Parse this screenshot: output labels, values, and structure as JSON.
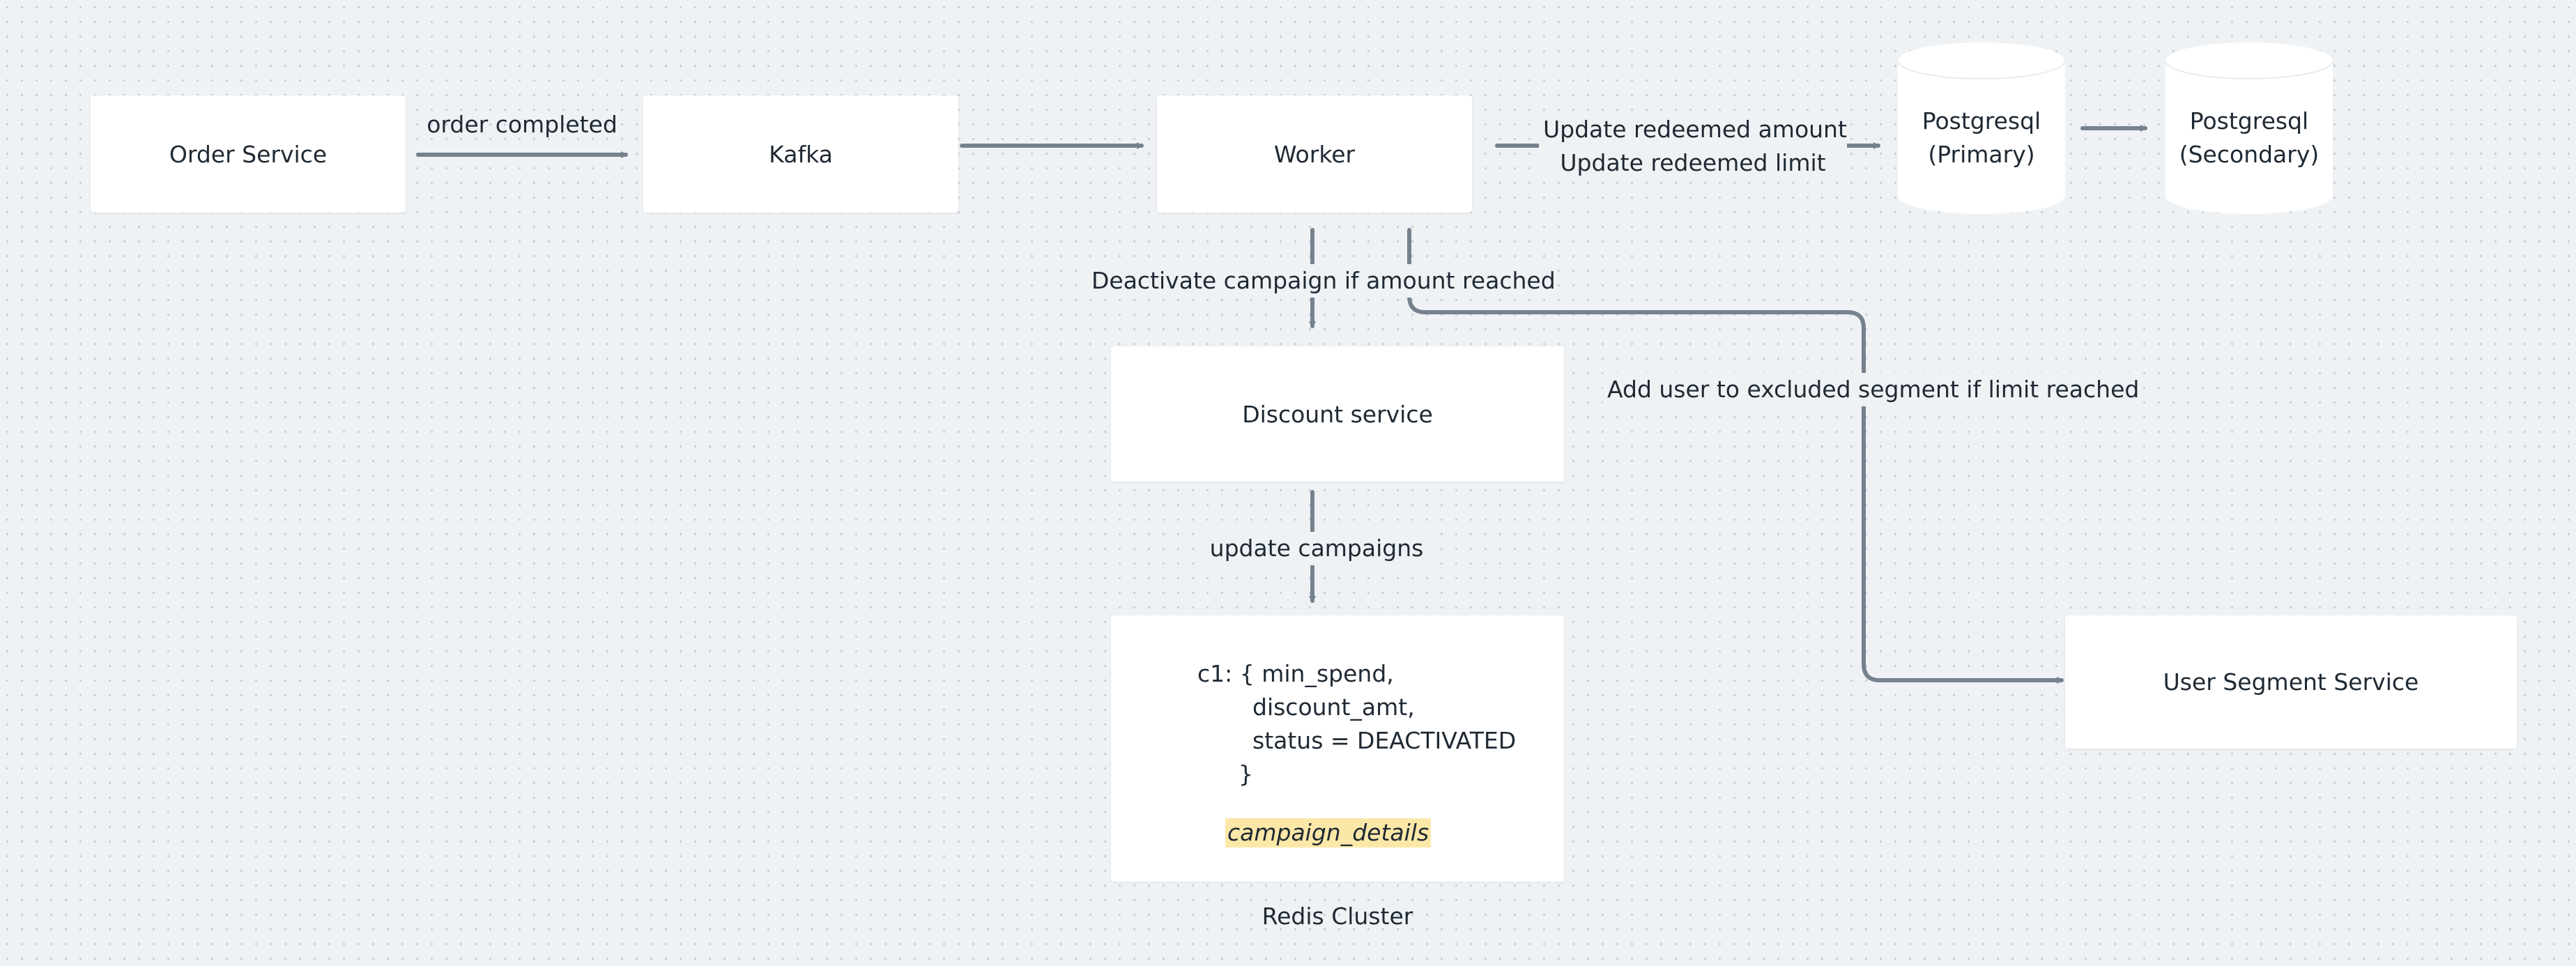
{
  "colors": {
    "background": "#eff2f5",
    "connector": "#76818e",
    "node_fill": "#ffffff",
    "highlight": "#fbe8a8",
    "text": "#1f2933"
  },
  "nodes": {
    "order_service": "Order Service",
    "kafka": "Kafka",
    "worker": "Worker",
    "postgres_primary": {
      "line1": "Postgresql",
      "line2": "(Primary)"
    },
    "postgres_secondary": {
      "line1": "Postgresql",
      "line2": "(Secondary)"
    },
    "discount_service": "Discount service",
    "redis": {
      "lines": [
        "c1: { min_spend,",
        "discount_amt,",
        "status = DEACTIVATED",
        "}"
      ],
      "note": "campaign_details",
      "caption": "Redis Cluster"
    },
    "user_segment_service": "User Segment Service"
  },
  "edges": {
    "order_to_kafka": "order completed",
    "worker_to_db": {
      "line1": "Update redeemed amount",
      "line2": "Update redeemed limit"
    },
    "worker_to_discount": "Deactivate campaign if amount reached",
    "discount_to_redis": "update campaigns",
    "worker_to_segment": "Add user to excluded segment if limit reached"
  }
}
